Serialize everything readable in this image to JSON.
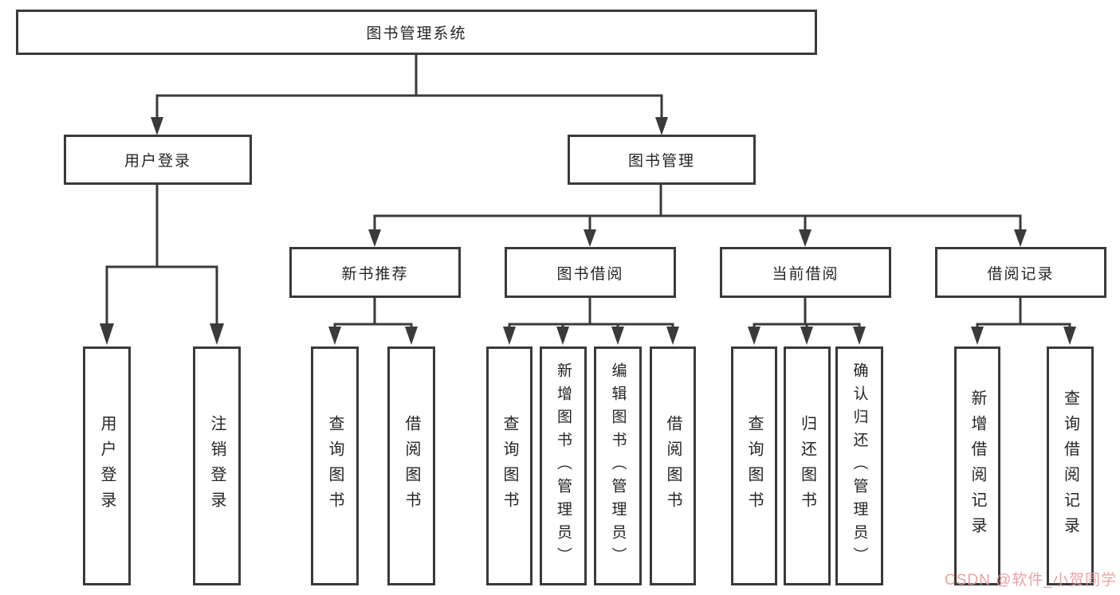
{
  "tree": {
    "root": {
      "label": "图书管理系统",
      "children": [
        {
          "label": "用户登录",
          "children": [
            {
              "label": "用户登录"
            },
            {
              "label": "注销登录"
            }
          ]
        },
        {
          "label": "图书管理",
          "children": [
            {
              "label": "新书推荐",
              "children": [
                {
                  "label": "查询图书"
                },
                {
                  "label": "借阅图书"
                }
              ]
            },
            {
              "label": "图书借阅",
              "children": [
                {
                  "label": "查询图书"
                },
                {
                  "label": "新增图书（管理员）"
                },
                {
                  "label": "编辑图书（管理员）"
                },
                {
                  "label": "借阅图书"
                }
              ]
            },
            {
              "label": "当前借阅",
              "children": [
                {
                  "label": "查询图书"
                },
                {
                  "label": "归还图书"
                },
                {
                  "label": "确认归还（管理员）"
                }
              ]
            },
            {
              "label": "借阅记录",
              "children": [
                {
                  "label": "新增借阅记录"
                },
                {
                  "label": "查询借阅记录"
                }
              ]
            }
          ]
        }
      ]
    }
  },
  "watermark": {
    "text": "CSDN @软件_小贺同学"
  },
  "colors": {
    "line": "#3A3A3A",
    "box_border": "#3A3A3A",
    "text": "#252525",
    "background": "#FFFFFF",
    "watermark": "#ED9C9C"
  }
}
